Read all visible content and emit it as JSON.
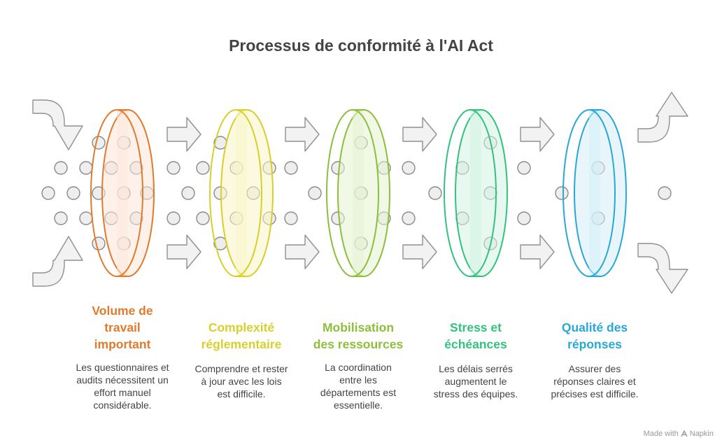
{
  "title": "Processus de conformité à l'AI Act",
  "stages": [
    {
      "title_lines": [
        "Volume de",
        "travail",
        "important"
      ],
      "desc_lines": [
        "Les questionnaires et",
        "audits nécessitent un",
        "effort manuel",
        "considérable."
      ],
      "color": "#E07B2D",
      "fill": "#FDE6D8"
    },
    {
      "title_lines": [
        "Complexité",
        "réglementaire"
      ],
      "desc_lines": [
        "Comprendre et rester",
        "à jour avec les lois",
        "est difficile."
      ],
      "color": "#D9CF2A",
      "fill": "#F8F6C6"
    },
    {
      "title_lines": [
        "Mobilisation",
        "des ressources"
      ],
      "desc_lines": [
        "La coordination",
        "entre les",
        "départements est",
        "essentielle."
      ],
      "color": "#8CBF3C",
      "fill": "#E6F3D2"
    },
    {
      "title_lines": [
        "Stress et",
        "échéances"
      ],
      "desc_lines": [
        "Les délais serrés",
        "augmentent le",
        "stress des équipes."
      ],
      "color": "#33C27E",
      "fill": "#D4F3E3"
    },
    {
      "title_lines": [
        "Qualité des",
        "réponses"
      ],
      "desc_lines": [
        "Assurer des",
        "réponses claires et",
        "précises est difficile."
      ],
      "color": "#2AA7D9",
      "fill": "#D6EFF9"
    }
  ],
  "footer": {
    "made_with": "Made with",
    "brand": "Napkin"
  },
  "icons": {
    "arrow": "arrow-icon",
    "logo": "napkin-logo-icon"
  }
}
